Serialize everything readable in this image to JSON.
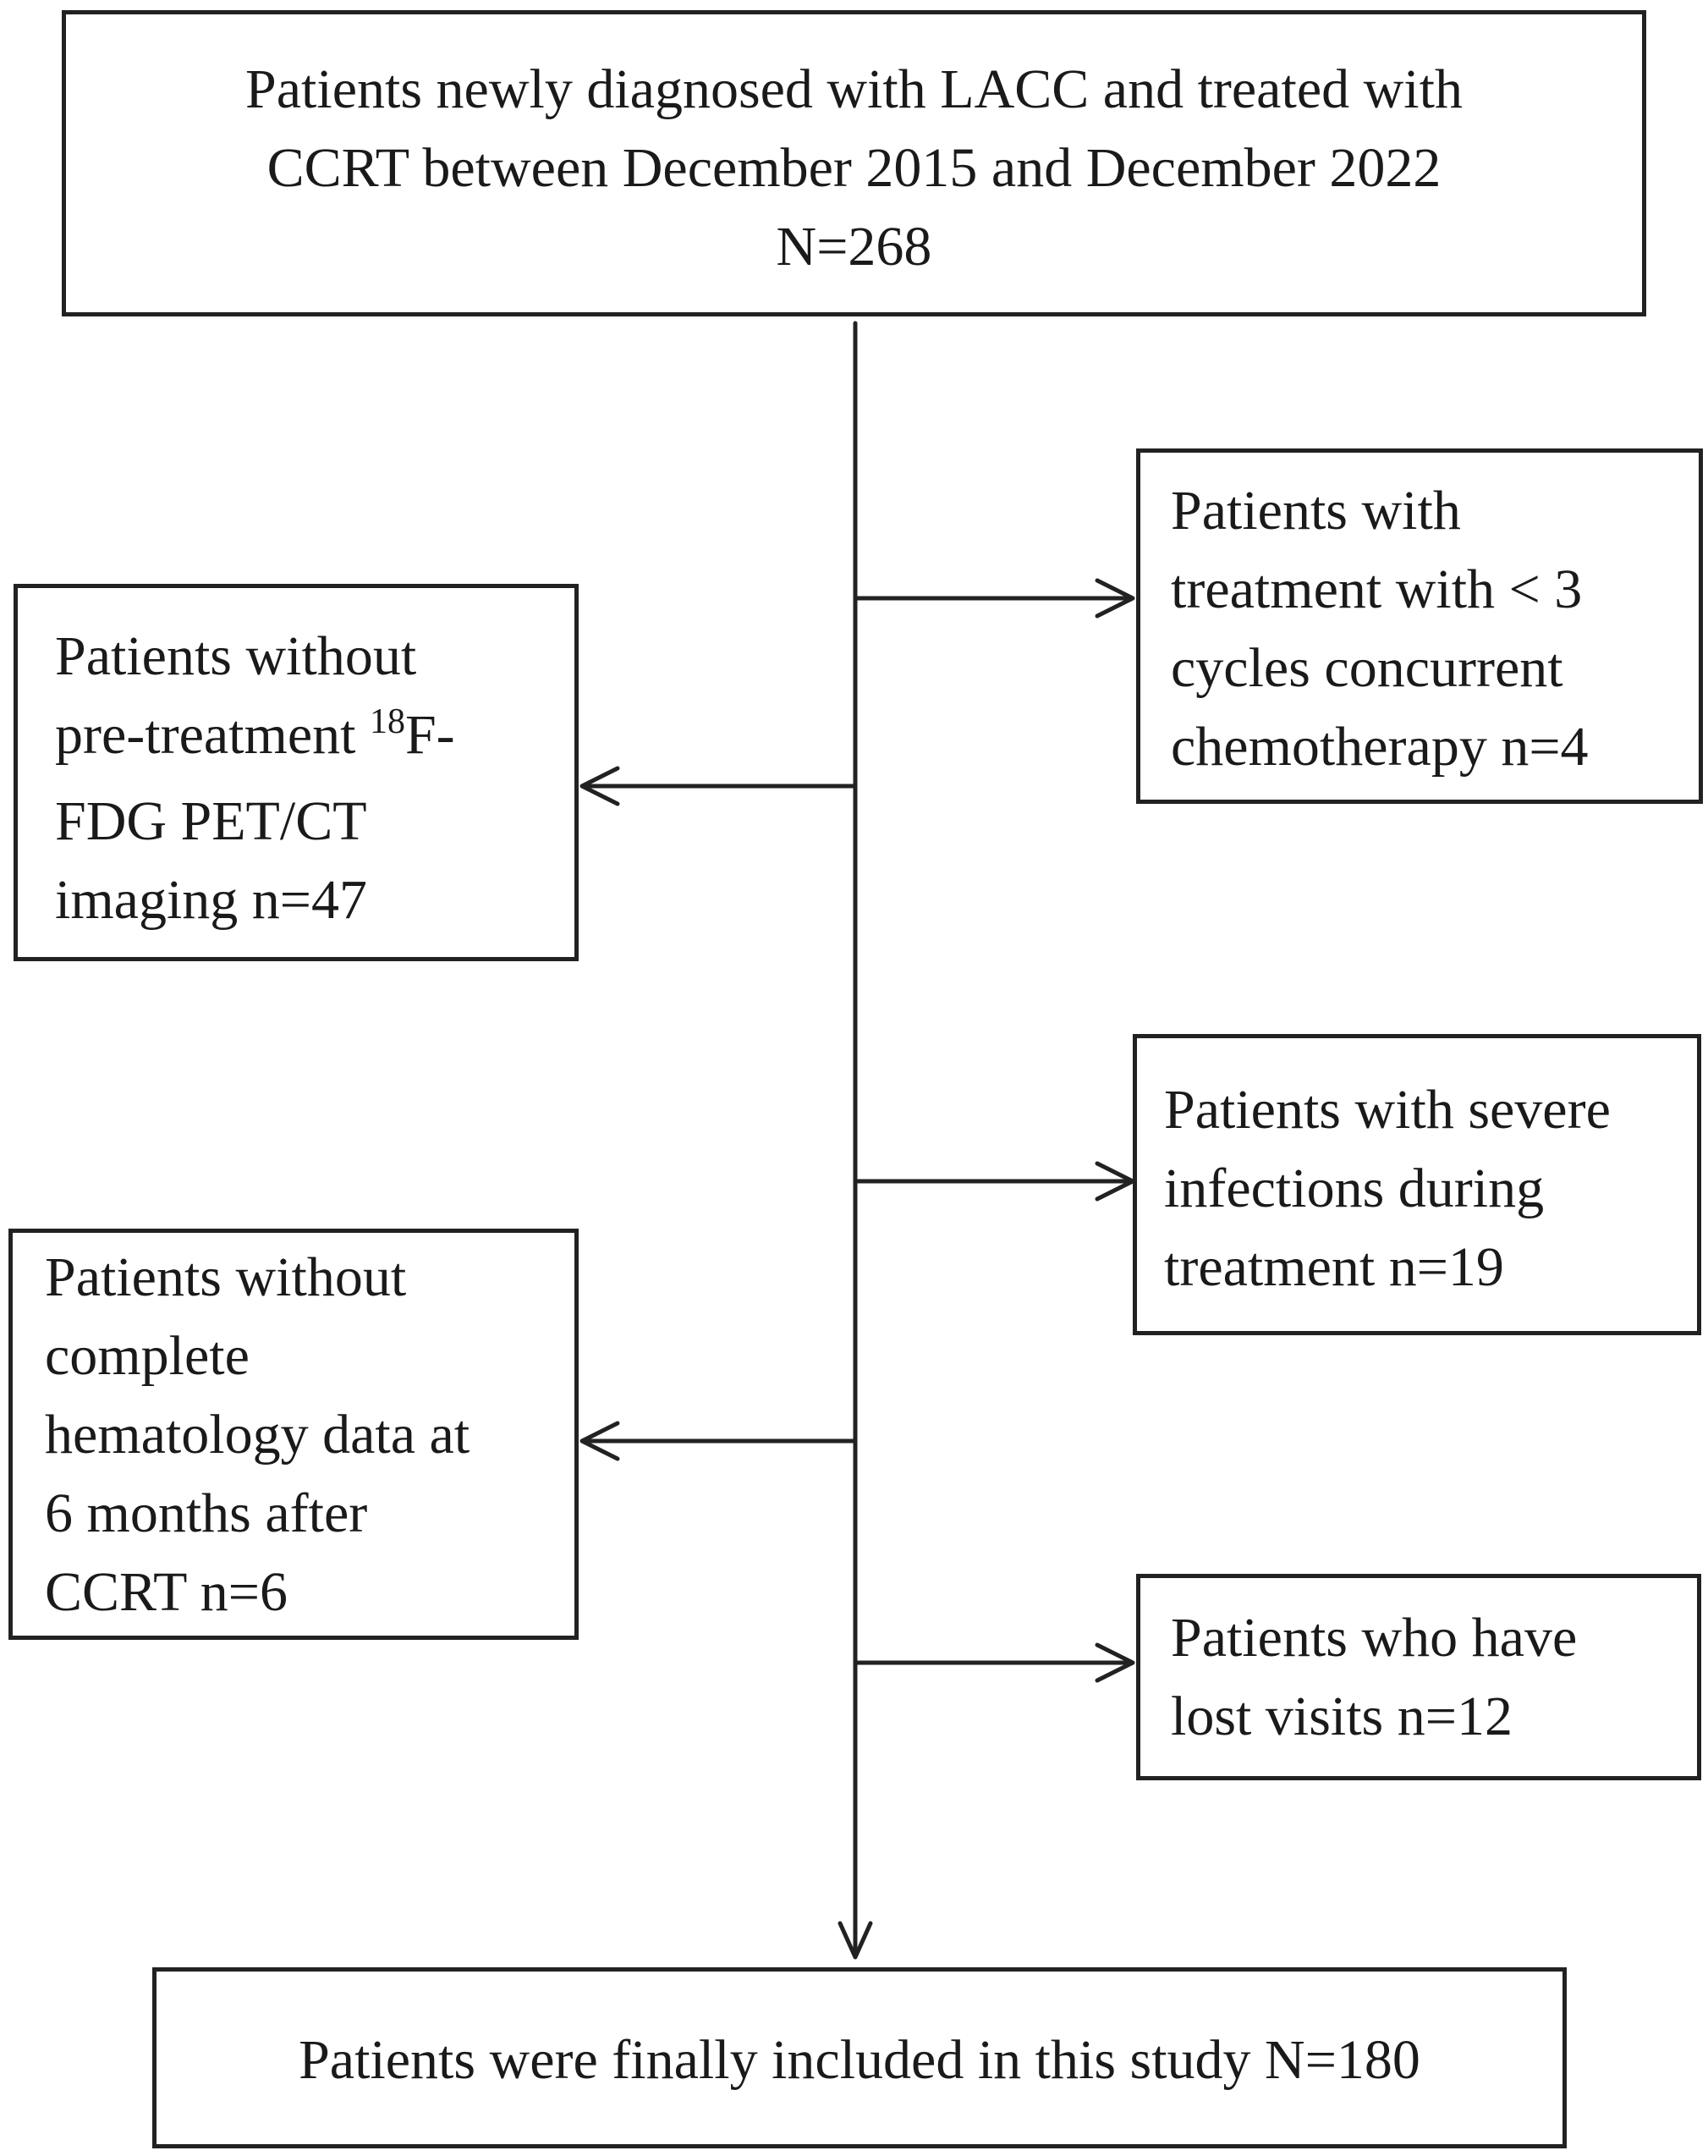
{
  "flow": {
    "top_box": {
      "lines": [
        "Patients newly diagnosed with LACC and treated with",
        "CCRT between  December 2015 and December 2022",
        "N=268"
      ]
    },
    "excl_right_1": {
      "lines": [
        "Patients with",
        "treatment with < 3",
        "cycles concurrent",
        "chemotherapy n=4"
      ]
    },
    "excl_left_1": {
      "line1": "Patients without",
      "line2_pre": "pre-treatment ",
      "line2_sup": "18",
      "line2_post": "F-",
      "line3": "FDG PET/CT",
      "line4": "imaging n=47"
    },
    "excl_right_2": {
      "lines": [
        "Patients with severe",
        "infections during",
        "treatment n=19"
      ]
    },
    "excl_left_2": {
      "lines": [
        "Patients without",
        "complete",
        "hematology data at",
        "6 months after",
        "CCRT n=6"
      ]
    },
    "excl_right_3": {
      "lines": [
        "Patients who have",
        "lost visits n=12"
      ]
    },
    "final_box": {
      "text": "Patients were finally included in this study N=180"
    }
  }
}
